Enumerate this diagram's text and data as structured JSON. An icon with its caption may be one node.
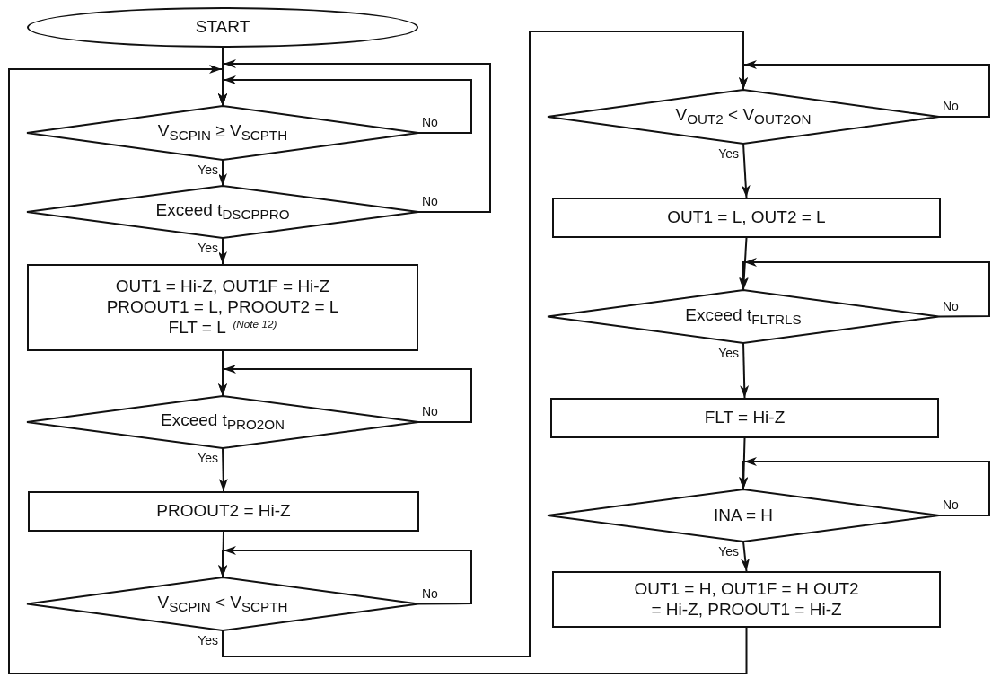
{
  "diagram": {
    "nodes": [
      {
        "text": [
          "START"
        ]
      },
      {
        "text": [
          "V$_{SCPIN}$ ≥ V$_{SCPTH}$"
        ]
      },
      {
        "text": [
          "Exceed t$_{DSCPPRO}$"
        ]
      },
      {
        "text": [
          "OUT1 = Hi-Z, OUT1F = Hi-Z PROOUT1 = L, PROOUT2 = L FLT = L $^{(Note 12)}$"
        ]
      },
      {
        "text": [
          "Exceed t$_{PRO2ON}$"
        ]
      },
      {
        "text": [
          "PROOUT2 = Hi-Z"
        ]
      },
      {
        "text": [
          "V$_{SCPIN}$ < V$_{SCPTH}$"
        ]
      },
      {
        "text": [
          "V$_{OUT2}$ < V$_{OUT2ON}$"
        ]
      },
      {
        "text": [
          "OUT1 = L, OUT2 = L"
        ]
      },
      {
        "text": [
          "Exceed t$_{FLTRLS}$"
        ]
      },
      {
        "text": [
          "FLT = Hi-Z"
        ]
      },
      {
        "text": [
          "INA = H"
        ]
      },
      {
        "text": [
          "OUT1 = H, OUT1F = H OUT2 = Hi-Z, PROOUT1 = Hi-Z"
        ]
      }
    ],
    "edges": [
      {
        "from": 0,
        "to": 1,
        "arrow": "to"
      },
      {
        "from": 1,
        "to": 2,
        "arrow": "to",
        "label": "Yes"
      },
      {
        "from": 1,
        "to": 1,
        "arrow": "to",
        "label": "No"
      },
      {
        "from": 2,
        "to": 3,
        "arrow": "to",
        "label": "Yes"
      },
      {
        "from": 2,
        "to": 1,
        "arrow": "to",
        "label": "No"
      },
      {
        "from": 3,
        "to": 4,
        "arrow": "to"
      },
      {
        "from": 4,
        "to": 4,
        "arrow": "to",
        "label": "No"
      },
      {
        "from": 4,
        "to": 5,
        "arrow": "to",
        "label": "Yes"
      },
      {
        "from": 5,
        "to": 6,
        "arrow": "to"
      },
      {
        "from": 6,
        "to": 6,
        "arrow": "to",
        "label": "No"
      },
      {
        "from": 6,
        "to": 7,
        "arrow": "to",
        "label": "Yes"
      },
      {
        "from": 7,
        "to": 7,
        "arrow": "to",
        "label": "No"
      },
      {
        "from": 7,
        "to": 8,
        "arrow": "to",
        "label": "Yes"
      },
      {
        "from": 8,
        "to": 9,
        "arrow": "to"
      },
      {
        "from": 9,
        "to": 9,
        "arrow": "to",
        "label": "No"
      },
      {
        "from": 9,
        "to": 10,
        "arrow": "to",
        "label": "Yes"
      },
      {
        "from": 10,
        "to": 11,
        "arrow": "to"
      },
      {
        "from": 11,
        "to": 11,
        "arrow": "to",
        "label": "No"
      },
      {
        "from": 11,
        "to": 12,
        "arrow": "to",
        "label": "Yes"
      },
      {
        "from": 12,
        "to": 1,
        "arrow": "to"
      }
    ]
  }
}
